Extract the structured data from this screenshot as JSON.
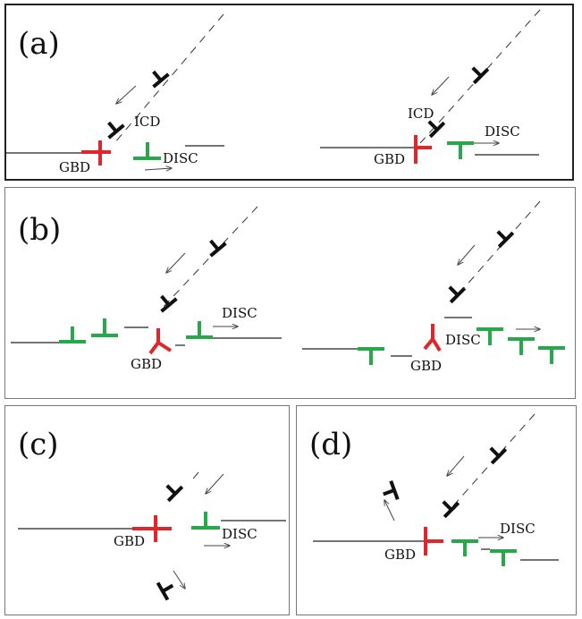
{
  "panels": [
    {
      "id": "a",
      "label": "(a)"
    },
    {
      "id": "b",
      "label": "(b)"
    },
    {
      "id": "c",
      "label": "(c)"
    },
    {
      "id": "d",
      "label": "(d)"
    }
  ],
  "labels": {
    "icd": "ICD",
    "gbd": "GBD",
    "disc": "DISC"
  },
  "colors": {
    "black_dislocation": "#111111",
    "red_dislocation": "#e0262a",
    "green_dislocation": "#27a84a"
  }
}
